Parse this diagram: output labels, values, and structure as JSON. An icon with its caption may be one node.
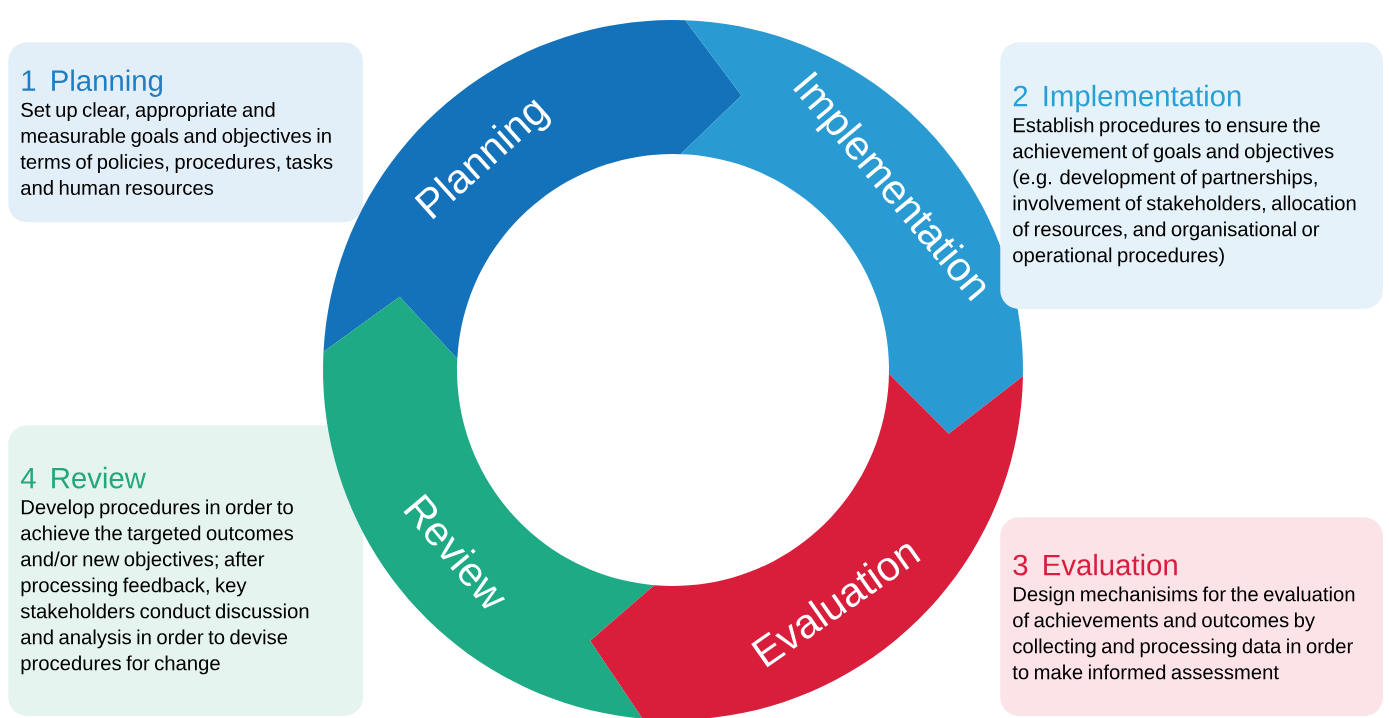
{
  "diagram": {
    "nodes": [
      {
        "text": [
          "1 Planning",
          "Set up clear, appropriate and measurable goals and objectives in terms of policies, procedures, tasks and human resources"
        ]
      },
      {
        "text": [
          "Planning"
        ]
      },
      {
        "text": [
          "Implementation"
        ]
      },
      {
        "text": [
          "2 Implementation",
          "Establish procedures to ensure the achievement of goals and objectives (e.g. development of partnerships, involvement of stakeholders, allocation of resources, and organisational or operational procedures)"
        ]
      },
      {
        "text": [
          "4 Review",
          "Develop procedures in order to achieve the targeted outcomes and/or new objectives; after processing feedback, key stakeholders conduct discussion and analysis in order to devise procedures for change"
        ]
      },
      {
        "text": [
          "Review"
        ]
      },
      {
        "text": [
          "Evaluation"
        ]
      },
      {
        "text": [
          "3 Evaluation",
          "Design mechanisims for the evaluation of achievements and outcomes by collecting and processing data in order to make informed assessment"
        ]
      }
    ]
  }
}
